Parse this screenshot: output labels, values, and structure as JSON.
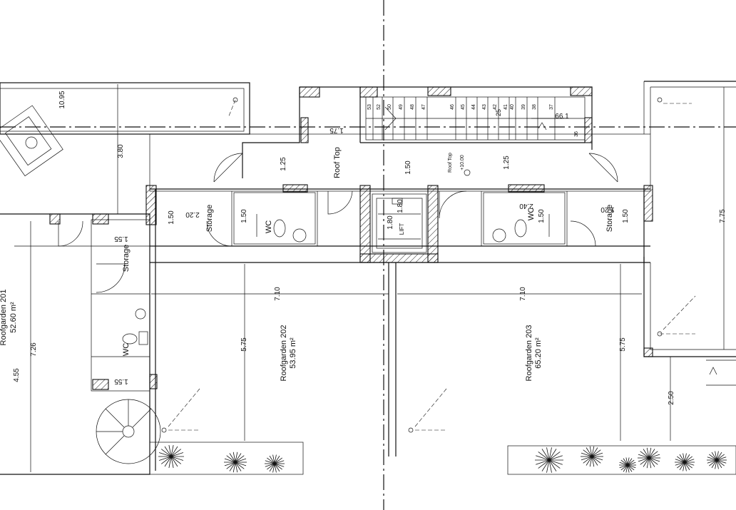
{
  "rooms": {
    "rg201": {
      "name": "Roofgarden 201",
      "area": "52.60 m²"
    },
    "rg202": {
      "name": "Roofgarden 202",
      "area": "53.95 m²"
    },
    "rg203": {
      "name": "Roofgarden 203",
      "area": "65.20 m²"
    },
    "roof_top": "Roof Top",
    "roof_top_level": [
      "Roof Top",
      "+10.00"
    ],
    "storage": "Storage",
    "wc": "WC",
    "lift": "LIFT"
  },
  "dimensions": {
    "d_1095": "10.95",
    "d_380": "3.80",
    "d_175": "1.75",
    "d_125a": "1.25",
    "d_150a": "1.50",
    "d_125b": "1.25",
    "d_150b": "1.50",
    "d_220": "2.20",
    "d_150c": "1.50",
    "d_155a": "1.55",
    "d_180a": "1.80",
    "d_180b": "1.80",
    "d_240": "2.40",
    "d_150d": "1.50",
    "d_120": "1.20",
    "d_150e": "1.50",
    "d_775": "7.75",
    "d_710a": "7.10",
    "d_710b": "7.10",
    "d_726": "7.26",
    "d_455": "4.55",
    "d_575a": "5.75",
    "d_575b": "5.75",
    "d_155b": "1.55",
    "d_250": "2.50",
    "d_25": "25",
    "d_661": "66.1"
  },
  "stairs": {
    "upper": [
      "53",
      "52",
      "50",
      "49",
      "48",
      "47",
      "46",
      "45",
      "44",
      "43",
      "42",
      "41",
      "40",
      "39",
      "38",
      "37"
    ],
    "lower": "36"
  },
  "colors": {
    "line": "#111111",
    "background": "#ffffff"
  }
}
